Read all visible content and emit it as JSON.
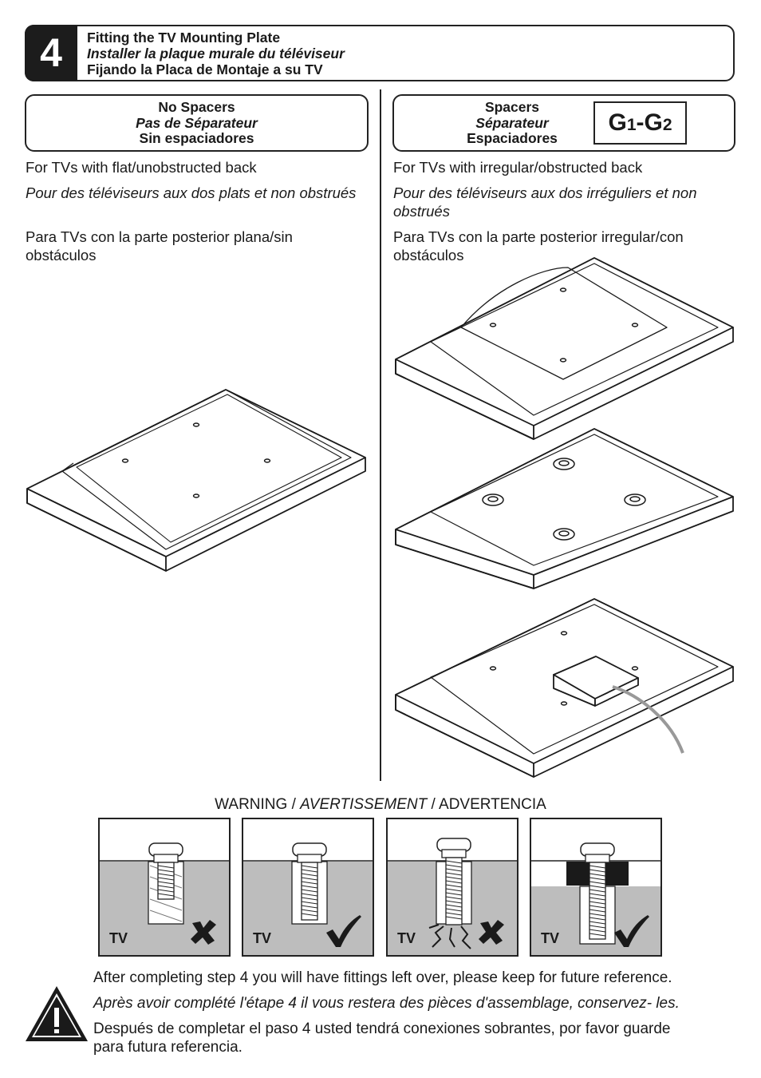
{
  "step": {
    "number": "4",
    "title_en": "Fitting the TV Mounting Plate",
    "title_fr": "Installer la plaque murale du téléviseur",
    "title_es": "Fijando la Placa de Montaje a su TV"
  },
  "left": {
    "header_en": "No Spacers",
    "header_fr": "Pas de Séparateur",
    "header_es": "Sin espaciadores",
    "desc_en": "For TVs with flat/unobstructed back",
    "desc_fr": "Pour des téléviseurs aux dos plats et non obstrués",
    "desc_es": "Para TVs con la parte posterior plana/sin obstáculos"
  },
  "right": {
    "header_en": "Spacers",
    "header_fr": "Séparateur",
    "header_es": "Espaciadores",
    "part_label": "G1-G2",
    "desc_en": "For TVs with irregular/obstructed back",
    "desc_fr": "Pour des téléviseurs aux dos irréguliers et non obstrués",
    "desc_es": "Para TVs con la parte posterior irregular/con obstáculos"
  },
  "warning": {
    "title_en": "WARNING / ",
    "title_fr": "AVERTISSEMENT",
    "title_es": " / ADVERTENCIA",
    "panels": [
      {
        "label": "TV",
        "mark": "cross-icon"
      },
      {
        "label": "TV",
        "mark": "check-icon"
      },
      {
        "label": "TV",
        "mark": "cross-icon"
      },
      {
        "label": "TV",
        "mark": "check-icon"
      }
    ]
  },
  "footer": {
    "note_en": "After completing step 4 you will have fittings left over, please keep for future reference.",
    "note_fr": "Après avoir complété l'étape 4 il vous restera des pièces d'assemblage, conservez- les.",
    "note_es": "Después de completar el paso 4 usted tendrá conexiones sobrantes, por favor guarde para futura referencia."
  },
  "colors": {
    "ink": "#1a1a1a",
    "tv_fill": "#bdbdbd",
    "stripe": "#888888",
    "cable": "#999999"
  }
}
